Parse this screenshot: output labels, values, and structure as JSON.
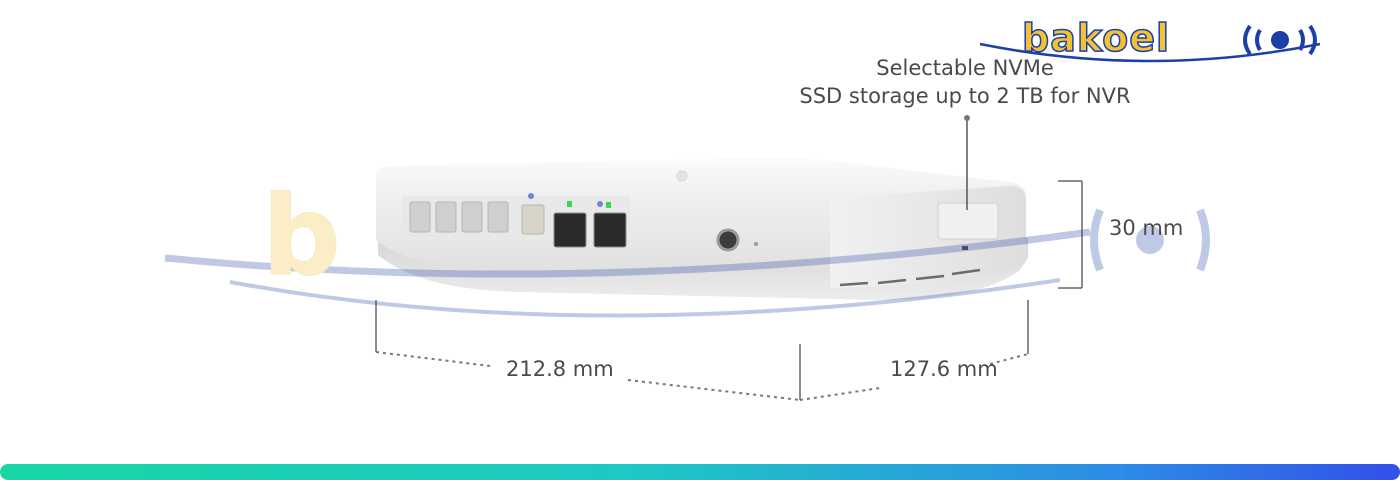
{
  "callout": {
    "line1": "Selectable NVMe",
    "line2": "SSD storage up to 2 TB for NVR"
  },
  "dimensions": {
    "depth": "212.8 mm",
    "width": "127.6 mm",
    "height": "30 mm"
  },
  "watermark": {
    "text": "bakoel",
    "icon": "wifi-signal-icon",
    "colors": {
      "fill": "#f3c233",
      "outline": "#1d3fa8"
    }
  },
  "accent_colors": {
    "gradient_start": "#18d6a4",
    "gradient_end": "#3350e8"
  }
}
